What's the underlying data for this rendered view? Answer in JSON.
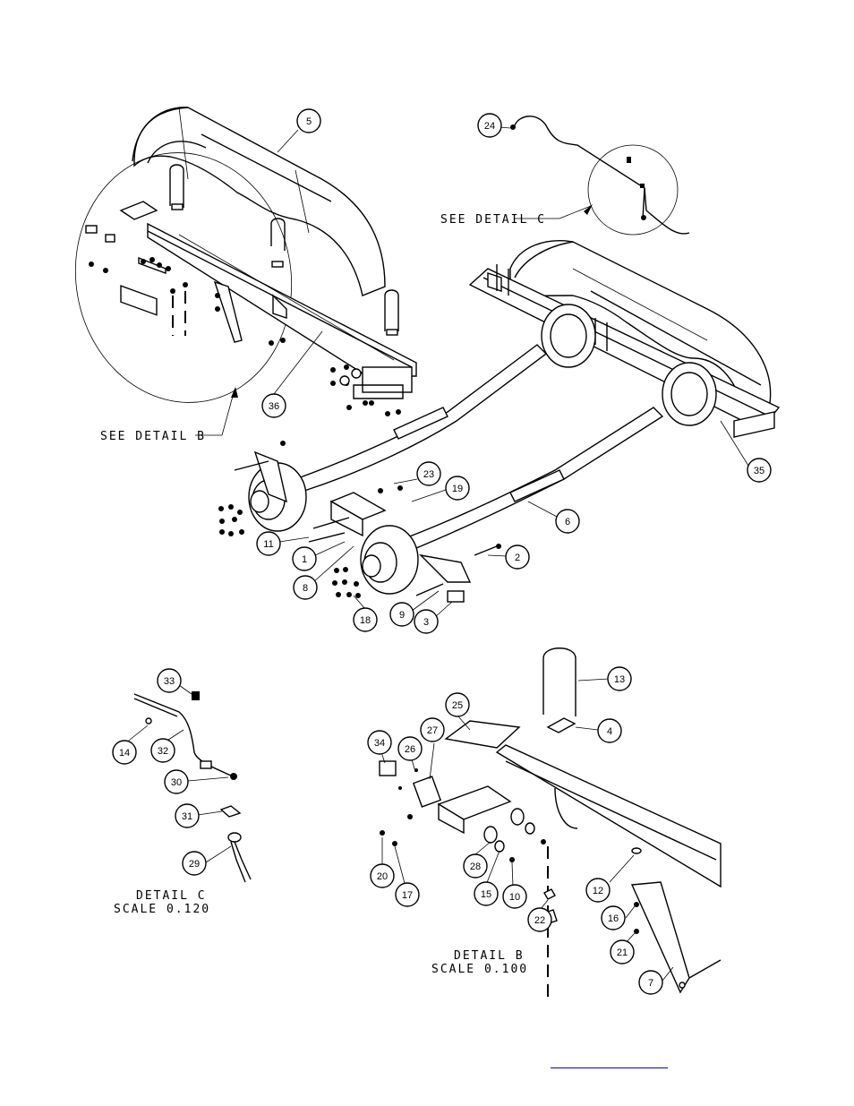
{
  "detail_labels": {
    "see_detail_b": "SEE DETAIL  B",
    "see_detail_c": "SEE DETAIL  C",
    "detail_c_title": "DETAIL  C",
    "detail_c_scale": "SCALE  0.120",
    "detail_b_title": "DETAIL  B",
    "detail_b_scale": "SCALE  0.100"
  },
  "callouts": {
    "c1": "1",
    "c2": "2",
    "c3": "3",
    "c4": "4",
    "c5": "5",
    "c6": "6",
    "c7": "7",
    "c8": "8",
    "c9": "9",
    "c10": "10",
    "c11": "11",
    "c12": "12",
    "c13": "13",
    "c14": "14",
    "c15": "15",
    "c16": "16",
    "c17": "17",
    "c18": "18",
    "c19": "19",
    "c20": "20",
    "c21": "21",
    "c22": "22",
    "c23": "23",
    "c24": "24",
    "c25": "25",
    "c26": "26",
    "c27": "27",
    "c28": "28",
    "c29": "29",
    "c30": "30",
    "c31": "31",
    "c32": "32",
    "c33": "33",
    "c34": "34",
    "c35": "35",
    "c36": "36"
  },
  "colors": {
    "ink": "#000000",
    "link": "#0000ee"
  }
}
